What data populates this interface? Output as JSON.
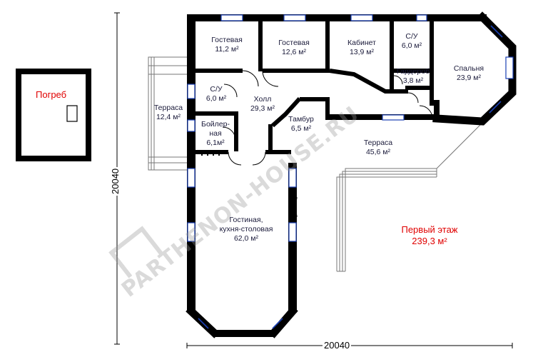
{
  "rooms": {
    "cellar": {
      "name": "Погреб"
    },
    "guest1": {
      "name": "Гостевая",
      "area": "11,2 м²"
    },
    "guest2": {
      "name": "Гостевая",
      "area": "12,6 м²"
    },
    "office": {
      "name": "Кабинет",
      "area": "13,9 м²"
    },
    "wc1": {
      "name": "С/У",
      "area": "6,0 м²"
    },
    "wardrobe": {
      "name": "Гардероб",
      "area": "3,8 м²"
    },
    "bedroom": {
      "name": "Спальня",
      "area": "23,9 м²"
    },
    "wc2": {
      "name": "С/У",
      "area": "6,0 м²"
    },
    "hall": {
      "name": "Холл",
      "area": "29,3 м²"
    },
    "vestibule": {
      "name": "Тамбур",
      "area": "6,5 м²"
    },
    "boiler_line1": {
      "name": "Бойлер-"
    },
    "boiler_line2": {
      "name": "ная"
    },
    "boiler_area": {
      "area": "6,1м²"
    },
    "terrace_left": {
      "name": "Терраса",
      "area": "12,4 м²"
    },
    "terrace_right": {
      "name": "Терраса",
      "area": "45,6 м²"
    },
    "living_line1": {
      "name": "Гостиная,"
    },
    "living_line2": {
      "name": "кухня-столовая"
    },
    "living_area": {
      "area": "62,0 м²"
    }
  },
  "floor": {
    "title": "Первый этаж",
    "area": "239,3 м²"
  },
  "dimensions": {
    "width": "20040",
    "height": "20040"
  },
  "watermark": "PARTHENON-HOUSE.RU"
}
